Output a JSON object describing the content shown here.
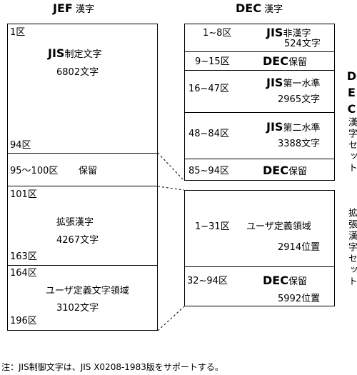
{
  "headers": {
    "jef_bold": "JEF",
    "jef_rest": " 漢字",
    "dec_bold": "DEC",
    "dec_rest": " 漢字"
  },
  "jef": {
    "box1": {
      "top_label": "1区",
      "title_bold": "JIS",
      "title_rest": "制定文字",
      "count": "6802文字",
      "bottom_label": "94区"
    },
    "box2": {
      "range": "95〜100区",
      "label": "保留"
    },
    "box3": {
      "top_label": "101区",
      "title": "拡張漢字",
      "count": "4267文字",
      "bottom_label": "163区"
    },
    "box4": {
      "top_label": "164区",
      "title": "ユーザ定義文字領域",
      "count": "3102文字",
      "bottom_label": "196区"
    }
  },
  "dec": {
    "rows": [
      {
        "range": "1~8区",
        "title_bold": "JIS",
        "title_rest": "非漢字",
        "count": "524文字"
      },
      {
        "range": "9~15区",
        "title_bold": "DEC",
        "title_rest": "保留",
        "count": ""
      },
      {
        "range": "16~47区",
        "title_bold": "JIS",
        "title_rest": "第一水準",
        "count": "2965文字"
      },
      {
        "range": "48~84区",
        "title_bold": "JIS",
        "title_rest": "第二水準",
        "count": "3388文字"
      },
      {
        "range": "85~94区",
        "title_bold": "DEC",
        "title_rest": "保留",
        "count": ""
      }
    ],
    "ext": [
      {
        "range": "1~31区",
        "title": "ユーザ定義領域",
        "count": "2914位置"
      },
      {
        "range": "32~94区",
        "title_bold": "DEC",
        "title_rest": "保留",
        "count": "5992位置"
      }
    ]
  },
  "side_labels": {
    "dec_set_bold": "DEC",
    "dec_set_rest": "漢字セット",
    "ext_set": "拡張漢字セット"
  },
  "note": "注：JIS制御文字は、JIS X0208-1983版をサポートする。"
}
